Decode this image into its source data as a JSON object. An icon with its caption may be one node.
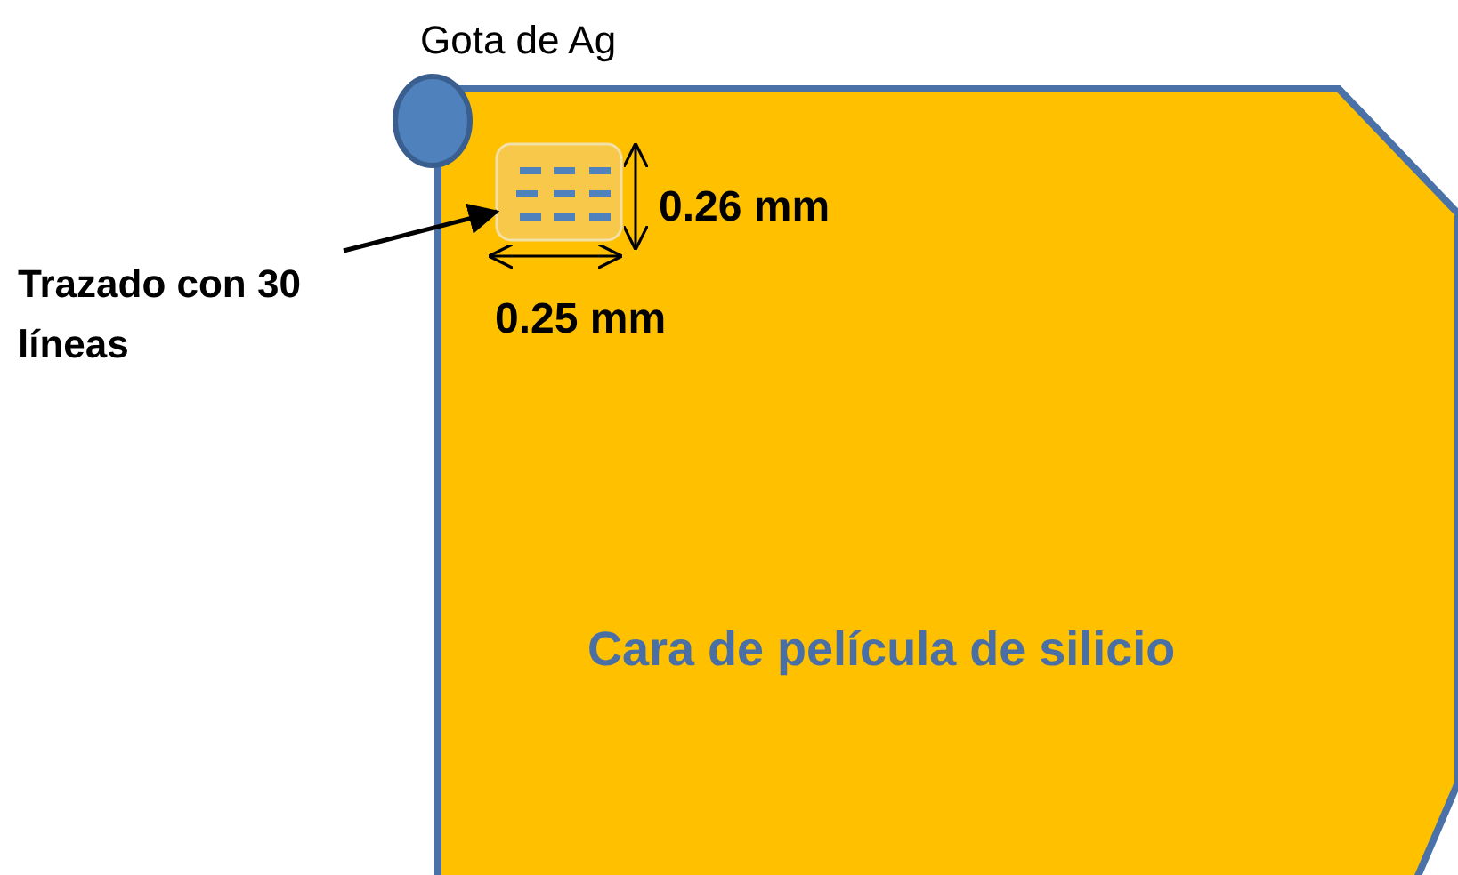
{
  "diagram": {
    "nodes": [
      {
        "text": [
          "Cara de película de silicio"
        ]
      },
      {
        "text": [
          "Gota de Ag"
        ]
      },
      {
        "text": [
          "Trazado con 30 líneas"
        ]
      },
      {
        "text": [],
        "shape": "box",
        "in": 0
      }
    ],
    "edges": [
      {
        "from": 2,
        "to": 3,
        "arrow": "to"
      }
    ],
    "labels": [
      "0.26 mm",
      "0.25 mm"
    ]
  }
}
